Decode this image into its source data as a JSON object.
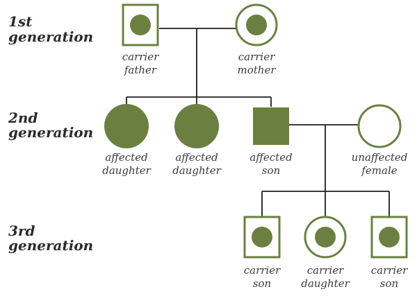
{
  "colors": {
    "shape": "#6b8040",
    "line": "#1e1e1e",
    "text": "#3a3a3a",
    "background": "#ffffff"
  },
  "generations": [
    {
      "line1": "1st",
      "line2": "generation"
    },
    {
      "line1": "2nd",
      "line2": "generation"
    },
    {
      "line1": "3rd",
      "line2": "generation"
    }
  ],
  "individuals": [
    {
      "id": "carrier-father",
      "sex": "male",
      "status": "carrier",
      "label1": "carrier",
      "label2": "father"
    },
    {
      "id": "carrier-mother",
      "sex": "female",
      "status": "carrier",
      "label1": "carrier",
      "label2": "mother"
    },
    {
      "id": "affected-daughter-1",
      "sex": "female",
      "status": "affected",
      "label1": "affected",
      "label2": "daughter"
    },
    {
      "id": "affected-daughter-2",
      "sex": "female",
      "status": "affected",
      "label1": "affected",
      "label2": "daughter"
    },
    {
      "id": "affected-son",
      "sex": "male",
      "status": "affected",
      "label1": "affected",
      "label2": "son"
    },
    {
      "id": "unaffected-female",
      "sex": "female",
      "status": "unaffected",
      "label1": "unaffected",
      "label2": "female"
    },
    {
      "id": "carrier-son-1",
      "sex": "male",
      "status": "carrier",
      "label1": "carrier",
      "label2": "son"
    },
    {
      "id": "carrier-daughter",
      "sex": "female",
      "status": "carrier",
      "label1": "carrier",
      "label2": "daughter"
    },
    {
      "id": "carrier-son-2",
      "sex": "male",
      "status": "carrier",
      "label1": "carrier",
      "label2": "son"
    }
  ]
}
